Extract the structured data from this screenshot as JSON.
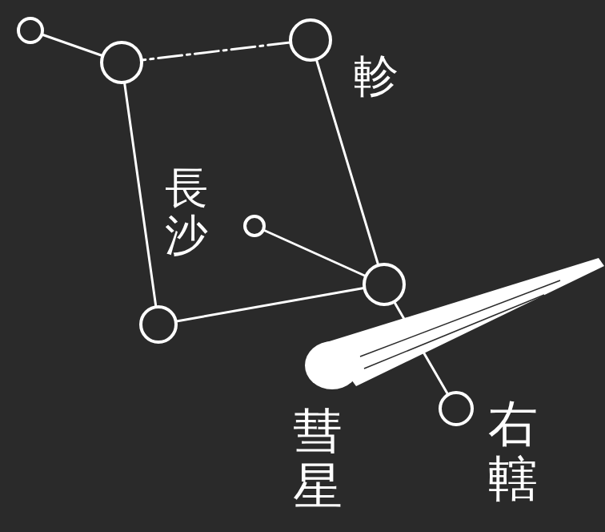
{
  "diagram": {
    "labels": [
      "軫",
      "長沙",
      "彗星",
      "右轄"
    ]
  }
}
